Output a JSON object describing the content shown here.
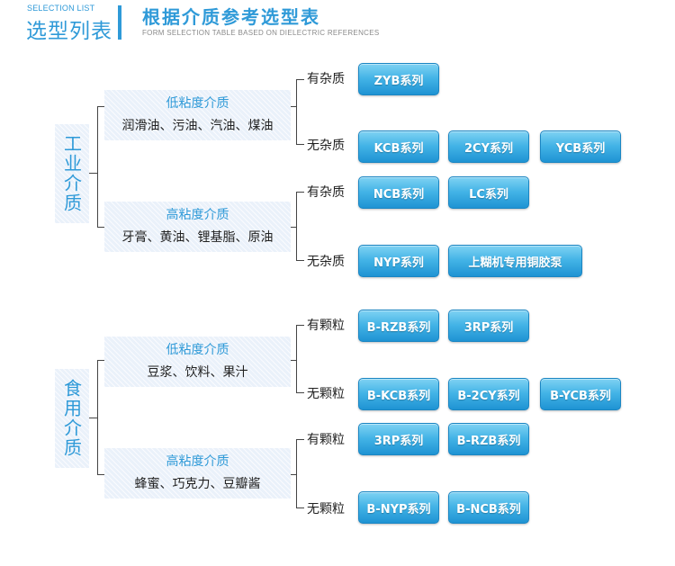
{
  "header": {
    "eyebrow": "SELECTION LIST",
    "label": "选型列表",
    "title": "根据介质参考选型表",
    "subtitle": "FORM SELECTION TABLE BASED ON DIELECTRIC REFERENCES"
  },
  "colors": {
    "accent": "#2f9ad8",
    "button": "#2aa3dd",
    "panel": "#eaf1fa"
  },
  "groups": [
    {
      "name": "工业介质",
      "categories": [
        {
          "title": "低粘度介质",
          "items": "润滑油、污油、汽油、煤油",
          "branches": [
            {
              "condition": "有杂质",
              "products": [
                "ZYB系列"
              ]
            },
            {
              "condition": "无杂质",
              "products": [
                "KCB系列",
                "2CY系列",
                "YCB系列"
              ]
            }
          ]
        },
        {
          "title": "高粘度介质",
          "items": "牙膏、黄油、锂基脂、原油",
          "branches": [
            {
              "condition": "有杂质",
              "products": [
                "NCB系列",
                "LC系列"
              ]
            },
            {
              "condition": "无杂质",
              "products": [
                "NYP系列",
                "上糊机专用铜胶泵"
              ]
            }
          ]
        }
      ]
    },
    {
      "name": "食用介质",
      "categories": [
        {
          "title": "低粘度介质",
          "items": "豆浆、饮料、果汁",
          "branches": [
            {
              "condition": "有颗粒",
              "products": [
                "B-RZB系列",
                "3RP系列"
              ]
            },
            {
              "condition": "无颗粒",
              "products": [
                "B-KCB系列",
                "B-2CY系列",
                "B-YCB系列"
              ]
            }
          ]
        },
        {
          "title": "高粘度介质",
          "items": "蜂蜜、巧克力、豆瓣酱",
          "branches": [
            {
              "condition": "有颗粒",
              "products": [
                "3RP系列",
                "B-RZB系列"
              ]
            },
            {
              "condition": "无颗粒",
              "products": [
                "B-NYP系列",
                "B-NCB系列"
              ]
            }
          ]
        }
      ]
    }
  ]
}
